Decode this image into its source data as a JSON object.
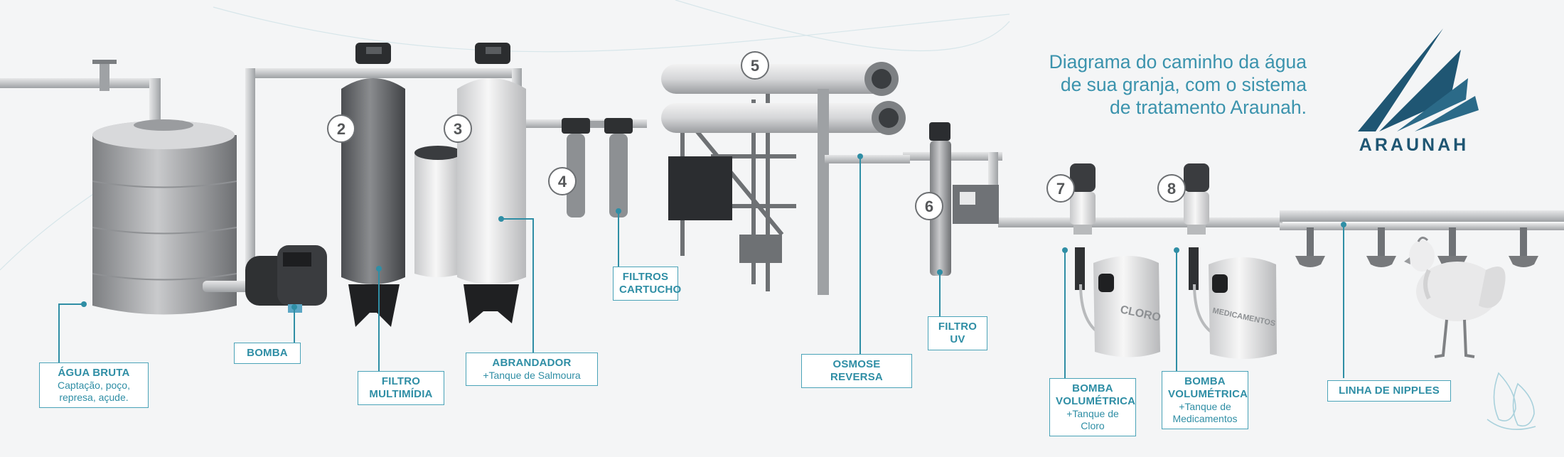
{
  "title_lines": [
    "Diagrama do caminho da água",
    "de sua granja, com o sistema",
    "de tratamento Araunah."
  ],
  "brand": "ARAUNAH",
  "colors": {
    "accent": "#3b93ad",
    "brand_dark": "#1f5673",
    "label_border": "#4aa3b8",
    "pipe": "#c9ccd0"
  },
  "steps": [
    "2",
    "3",
    "4",
    "5",
    "6",
    "7",
    "8"
  ],
  "labels": {
    "agua": {
      "title": "ÁGUA BRUTA",
      "sub1": "Captação, poço,",
      "sub2": "represa, açude."
    },
    "bomba": {
      "title": "BOMBA"
    },
    "filtro_multimidia": {
      "line1": "FILTRO",
      "line2": "MULTIMÍDIA"
    },
    "abrandador": {
      "title": "ABRANDADOR",
      "sub": "+Tanque de Salmoura"
    },
    "filtros_cartucho": {
      "line1": "FILTROS",
      "line2": "CARTUCHO"
    },
    "osmose": {
      "title": "OSMOSE REVERSA"
    },
    "filtro_uv": {
      "line1": "FILTRO",
      "line2": "UV"
    },
    "bomba_cloro": {
      "line1": "BOMBA",
      "line2": "VOLUMÉTRICA",
      "sub": "+Tanque de Cloro"
    },
    "bomba_med": {
      "line1": "BOMBA",
      "line2": "VOLUMÉTRICA",
      "sub1": "+Tanque de",
      "sub2": "Medicamentos"
    },
    "nipples": {
      "title": "LINHA DE NIPPLES"
    }
  },
  "tank_texts": {
    "cloro": "CLORO",
    "medicamentos": "MEDICAMENTOS"
  }
}
